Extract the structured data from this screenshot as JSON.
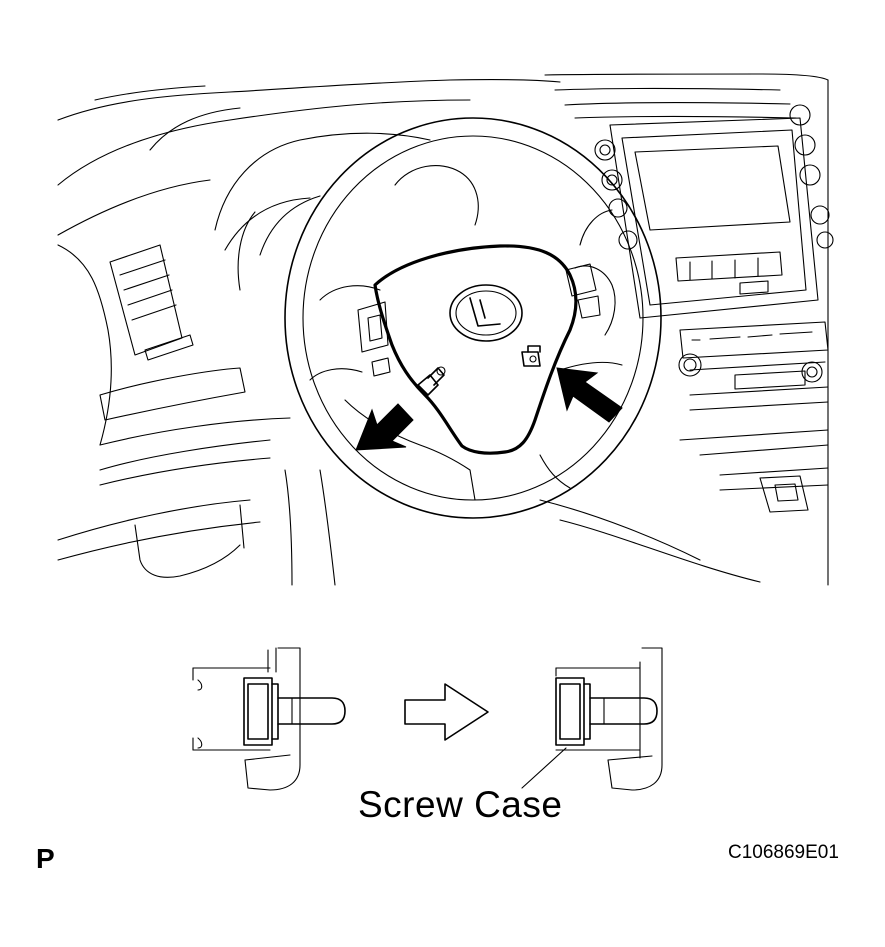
{
  "labels": {
    "screw_case": "Screw Case",
    "view_letter": "P",
    "figure_code": "C106869E01"
  },
  "icons": {
    "removal_arrows": "black-arrow-icon",
    "transition_arrow": "outline-arrow-icon"
  },
  "colors": {
    "line": "#000000",
    "background": "#ffffff"
  }
}
